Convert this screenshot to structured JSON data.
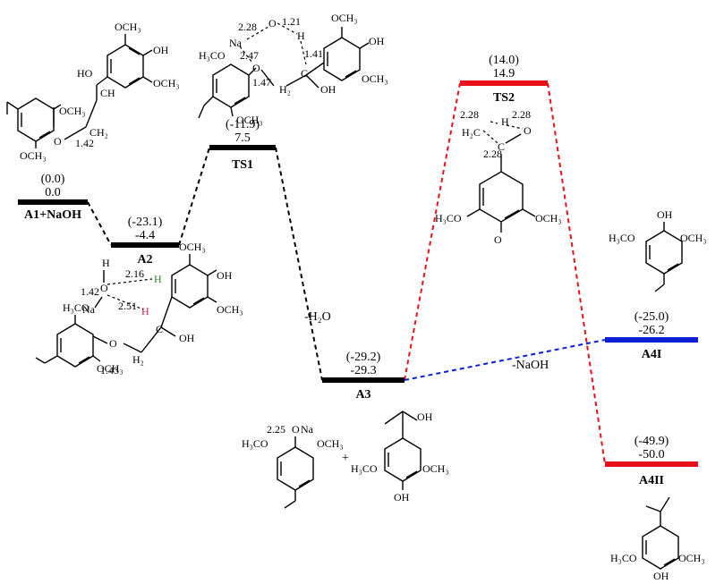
{
  "levels": [
    {
      "id": "A1",
      "label": "A1+NaOH",
      "value_paren": "(0.0)",
      "value": "0.0"
    },
    {
      "id": "A2",
      "label": "A2",
      "value_paren": "(-23.1)",
      "value": "-4.4"
    },
    {
      "id": "TS1",
      "label": "TS1",
      "value_paren": "(-11.9)",
      "value": "7.5"
    },
    {
      "id": "A3",
      "label": "A3",
      "value_paren": "(-29.2)",
      "value": "-29.3"
    },
    {
      "id": "TS2",
      "label": "TS2",
      "value_paren": "(14.0)",
      "value": "14.9"
    },
    {
      "id": "A4I",
      "label": "A4I",
      "value_paren": "(-25.0)",
      "value": "-26.2"
    },
    {
      "id": "A4II",
      "label": "A4II",
      "value_paren": "(-49.9)",
      "value": "-50.0"
    }
  ],
  "edge_labels": {
    "water": "-H₂O",
    "naoh": "-NaOH"
  },
  "colors": {
    "main": "#000000",
    "red_path": "#e8111b",
    "blue_path": "#0a1fd6",
    "green_h": "#2e7d32",
    "pink_h": "#d81b60"
  },
  "annotations": {
    "a1_bond": "1.42",
    "a2_oh": "1.42",
    "a2_h1": "2.16",
    "a2_h2": "2.51",
    "a2_ch": "1.43",
    "ts1_na_o": "2.28",
    "ts1_oh": "1.21",
    "ts1_na_ox": "2.47",
    "ts1_ch": "1.41",
    "ts1_oc": "1.47",
    "ts2_a": "2.28",
    "ts2_b": "2.28",
    "ts2_c": "2.28",
    "a3_na": "2.25"
  },
  "groups": {
    "och3": "OCH₃",
    "h3co": "H₃CO",
    "oh": "OH",
    "ho": "HO",
    "ch": "CH",
    "ch2": "CH₂",
    "h2": "H₂",
    "c": "C",
    "o": "O",
    "h": "H",
    "na": "Na",
    "h2c": "H₂C",
    "plus": "+"
  }
}
